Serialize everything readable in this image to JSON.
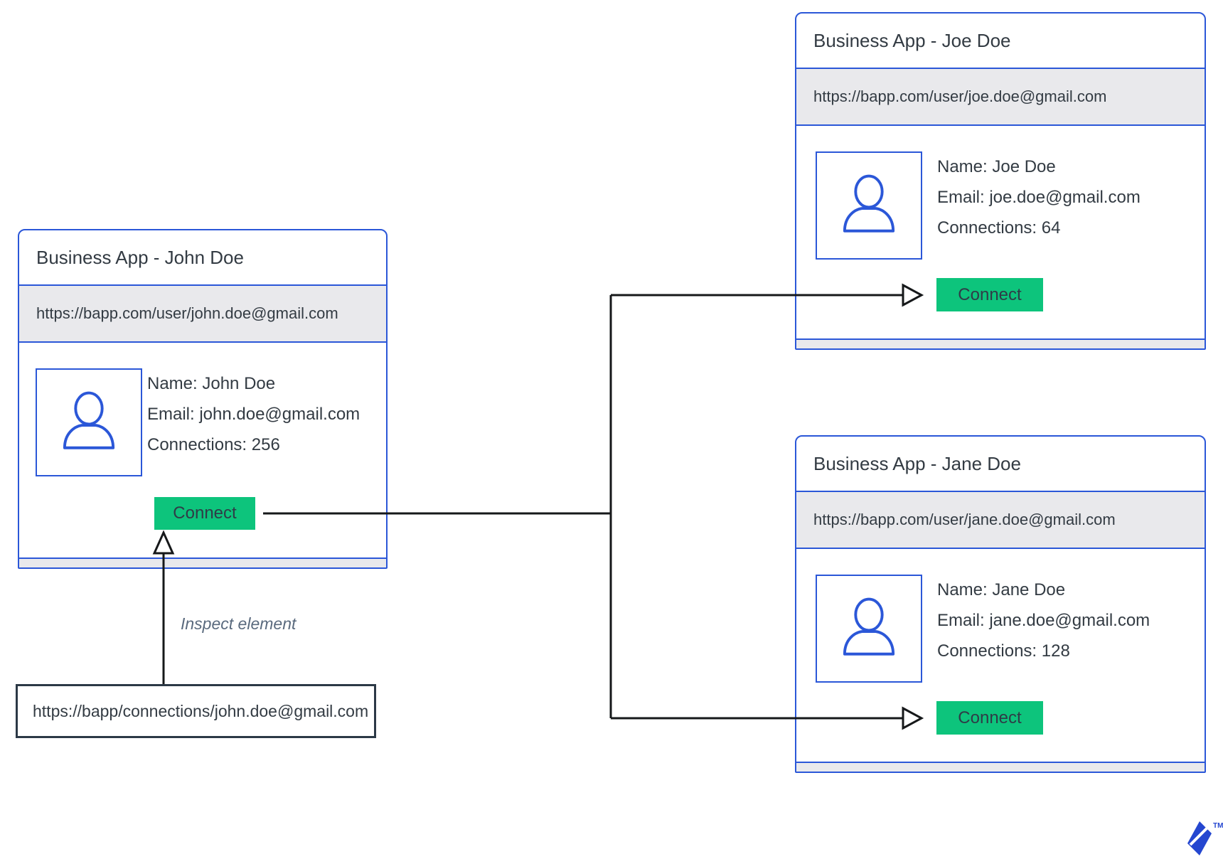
{
  "colors": {
    "card-border": "#2b57d8",
    "bar-gray": "#e9e9ec",
    "button-green": "#0dc47c",
    "button-text": "#2f3c47",
    "text-dark": "#333b43",
    "annotation-gray": "#5a6a7e",
    "line-black": "#16181a",
    "box-border": "#2c3946",
    "logo-blue": "#2547d0"
  },
  "cards": {
    "john": {
      "title": "Business App - John Doe",
      "url": "https://bapp.com/user/john.doe@gmail.com",
      "name": "Name: John Doe",
      "email": "Email: john.doe@gmail.com",
      "connections": "Connections: 256",
      "button": "Connect",
      "avatar_icon": "person-icon"
    },
    "joe": {
      "title": "Business App - Joe Doe",
      "url": "https://bapp.com/user/joe.doe@gmail.com",
      "name": "Name: Joe Doe",
      "email": "Email: joe.doe@gmail.com",
      "connections": "Connections: 64",
      "button": "Connect",
      "avatar_icon": "person-icon"
    },
    "jane": {
      "title": "Business App - Jane Doe",
      "url": "https://bapp.com/user/jane.doe@gmail.com",
      "name": "Name: Jane Doe",
      "email": "Email: jane.doe@gmail.com",
      "connections": "Connections: 128",
      "button": "Connect",
      "avatar_icon": "person-icon"
    }
  },
  "annotation": {
    "label": "Inspect element",
    "box_url": "https://bapp/connections/john.doe@gmail.com"
  },
  "logo": {
    "icon": "toptal-logo-icon",
    "trademark": "TM"
  }
}
